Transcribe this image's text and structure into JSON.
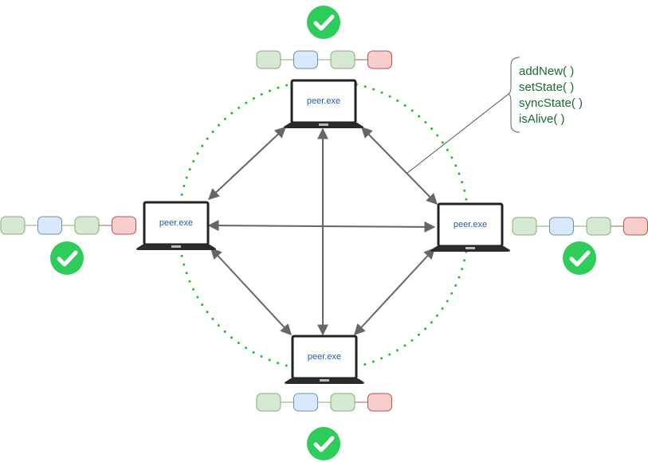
{
  "colors": {
    "arrow": "#666666",
    "ring": "#22c22e",
    "screen_border": "#222222",
    "laptop_body": "#2b2b2b",
    "label": "#1f5fa8",
    "check_bg": "#2ecc5a",
    "block_green_fill": "#d5e8d4",
    "block_green_stroke": "#82b366",
    "block_blue_fill": "#dae8fc",
    "block_blue_stroke": "#6c8ebf",
    "block_red_fill": "#f8cecc",
    "block_red_stroke": "#b85450",
    "method_text": "#1b6b2f"
  },
  "peers": [
    {
      "id": "top",
      "label": "peer.exe",
      "status_icon": "check-icon"
    },
    {
      "id": "left",
      "label": "peer.exe",
      "status_icon": "check-icon"
    },
    {
      "id": "right",
      "label": "peer.exe",
      "status_icon": "check-icon"
    },
    {
      "id": "bottom",
      "label": "peer.exe",
      "status_icon": "check-icon"
    }
  ],
  "chain_blocks": [
    "green",
    "blue",
    "green",
    "red"
  ],
  "methods": [
    "addNew( )",
    "setState( )",
    "syncState( )",
    "isAlive( )"
  ]
}
